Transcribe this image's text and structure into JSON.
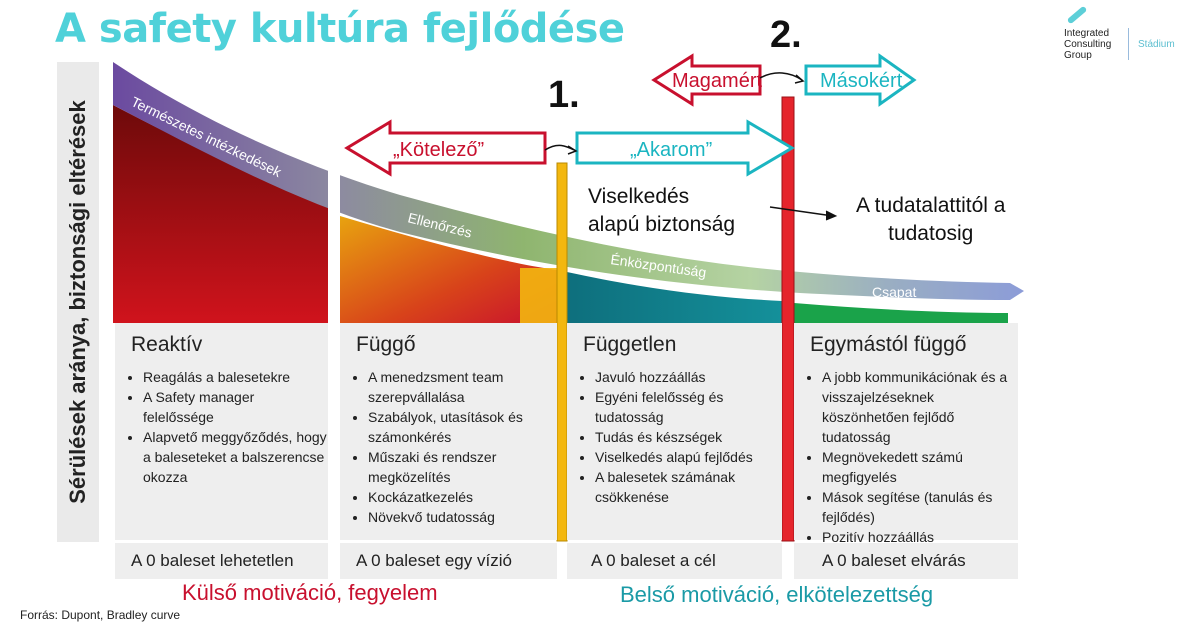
{
  "title": "A safety kultúra fejlődése",
  "logo": {
    "company": "Integrated Consulting Group",
    "line1": "Integrated",
    "line2": "Consulting",
    "line3": "Group",
    "partner": "Stádium"
  },
  "y_axis_label": "Sérülések aránya, biztonsági eltérések",
  "curve_labels": {
    "natural": "Természetes intézkedések",
    "control": "Ellenőrzés",
    "self": "Énközpontúság",
    "team": "Csapat"
  },
  "markers": {
    "one": "1.",
    "two": "2."
  },
  "arrows": {
    "mandatory": "„Kötelező”",
    "want": "„Akarom”",
    "for_me": "Magamért",
    "for_others": "Másokért"
  },
  "behavior_text": {
    "line1": "Viselkedés",
    "line2": "alapú biztonság"
  },
  "unconscious_text": {
    "line1": "A tudatalattitól a",
    "line2": "tudatosig"
  },
  "colors": {
    "title": "#4fd1d9",
    "red": "#c8102e",
    "teal": "#1bb5c1",
    "yellow": "#f3b70f",
    "marker_red": "#e5242c"
  },
  "columns": [
    {
      "title": "Reaktív",
      "bullets": [
        "Reagálás a balesetekre",
        "A Safety manager felelőssége",
        "Alapvető meggyőződés, hogy a baleseteket a balszerencse okozza"
      ],
      "footer": "A 0 baleset lehetetlen"
    },
    {
      "title": "Függő",
      "bullets": [
        "A menedzsment team szerepvállalása",
        "Szabályok, utasítások és számonkérés",
        "Műszaki és rendszer megközelítés",
        "Kockázatkezelés",
        "Növekvő tudatosság"
      ],
      "footer": "A 0 baleset  egy vízió"
    },
    {
      "title": "Független",
      "bullets": [
        "Javuló hozzáállás",
        "Egyéni felelősség és tudatosság",
        "Tudás és készségek",
        "Viselkedés alapú fejlődés",
        "A balesetek számának csökkenése"
      ],
      "footer": "A 0 baleset a cél"
    },
    {
      "title": "Egymástól függő",
      "bullets": [
        "A jobb kommunikációnak és a visszajelzéseknek köszönhetően fejlődő tudatosság",
        "Megnövekedett számú megfigyelés",
        "Mások segítése (tanulás és fejlődés)",
        "Pozitív hozzáállás"
      ],
      "footer": "A 0 baleset elvárás"
    }
  ],
  "external_motivation": "Külső motiváció, fegyelem",
  "internal_motivation": "Belső motiváció, elkötelezettség",
  "source": "Forrás: Dupont, Bradley curve"
}
